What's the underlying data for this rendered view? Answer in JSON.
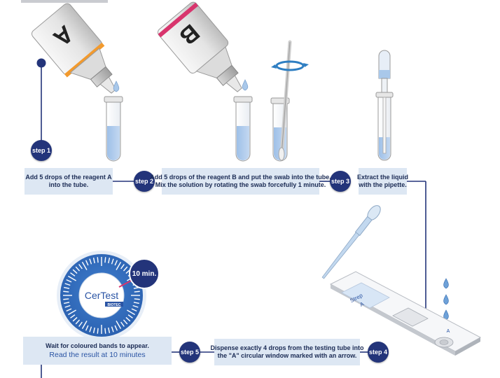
{
  "reagents": {
    "bottle_a_letter": "A",
    "bottle_b_letter": "B"
  },
  "steps": [
    {
      "badge": "step 1",
      "text_lines": [
        "Add 5 drops of the reagent A",
        "into the tube."
      ]
    },
    {
      "badge": "step 2",
      "text_lines": [
        "Add 5 drops of the reagent B and put the swab into the tube.",
        "Mix the solution by rotating the swab forcefully 1 minute."
      ]
    },
    {
      "badge": "step 3",
      "text_lines": [
        "Extract the liquid",
        "with the pipette."
      ]
    },
    {
      "badge": "step 4",
      "text_lines": [
        "Dispense exactly 4 drops from the testing tube into",
        "the \"A\" circular window marked with an arrow."
      ]
    },
    {
      "badge": "step 5",
      "text_lines": [
        "Wait for coloured bands to appear.",
        "Read the result at 10 minutes"
      ]
    }
  ],
  "timer": {
    "label": "10 min.",
    "brand": "CerTest",
    "brand_sub": "BIOTEC"
  },
  "test_cassette": {
    "label_line1": "Strep",
    "label_line2": "A",
    "window_mark": "A"
  },
  "colors": {
    "navy": "#23347a",
    "box_fill": "#dde7f3",
    "liquid": "#a9c8ea",
    "accent_blue": "#2a54a4",
    "orange": "#f29a2e",
    "magenta": "#d8356d"
  }
}
